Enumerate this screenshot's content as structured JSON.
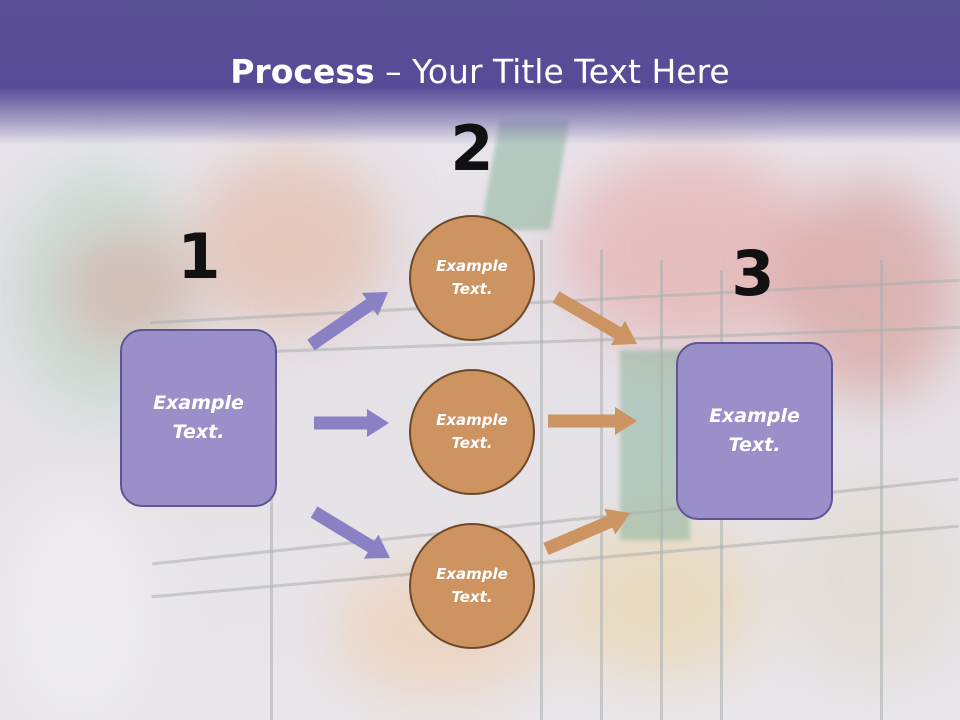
{
  "title": {
    "bold": "Process",
    "rest": " – Your Title Text Here"
  },
  "steps": {
    "one": {
      "number": "1",
      "box": {
        "line1": "Example",
        "line2": "Text."
      }
    },
    "two": {
      "number": "2",
      "circles": [
        {
          "line1": "Example",
          "line2": "Text."
        },
        {
          "line1": "Example",
          "line2": "Text."
        },
        {
          "line1": "Example",
          "line2": "Text."
        }
      ]
    },
    "three": {
      "number": "3",
      "box": {
        "line1": "Example",
        "line2": "Text."
      }
    }
  },
  "colors": {
    "header": "#574b98",
    "box_fill": "#9b8fca",
    "circle_fill": "#cd9360",
    "arrow_left": "#8a80c4",
    "arrow_right": "#cc9462"
  }
}
